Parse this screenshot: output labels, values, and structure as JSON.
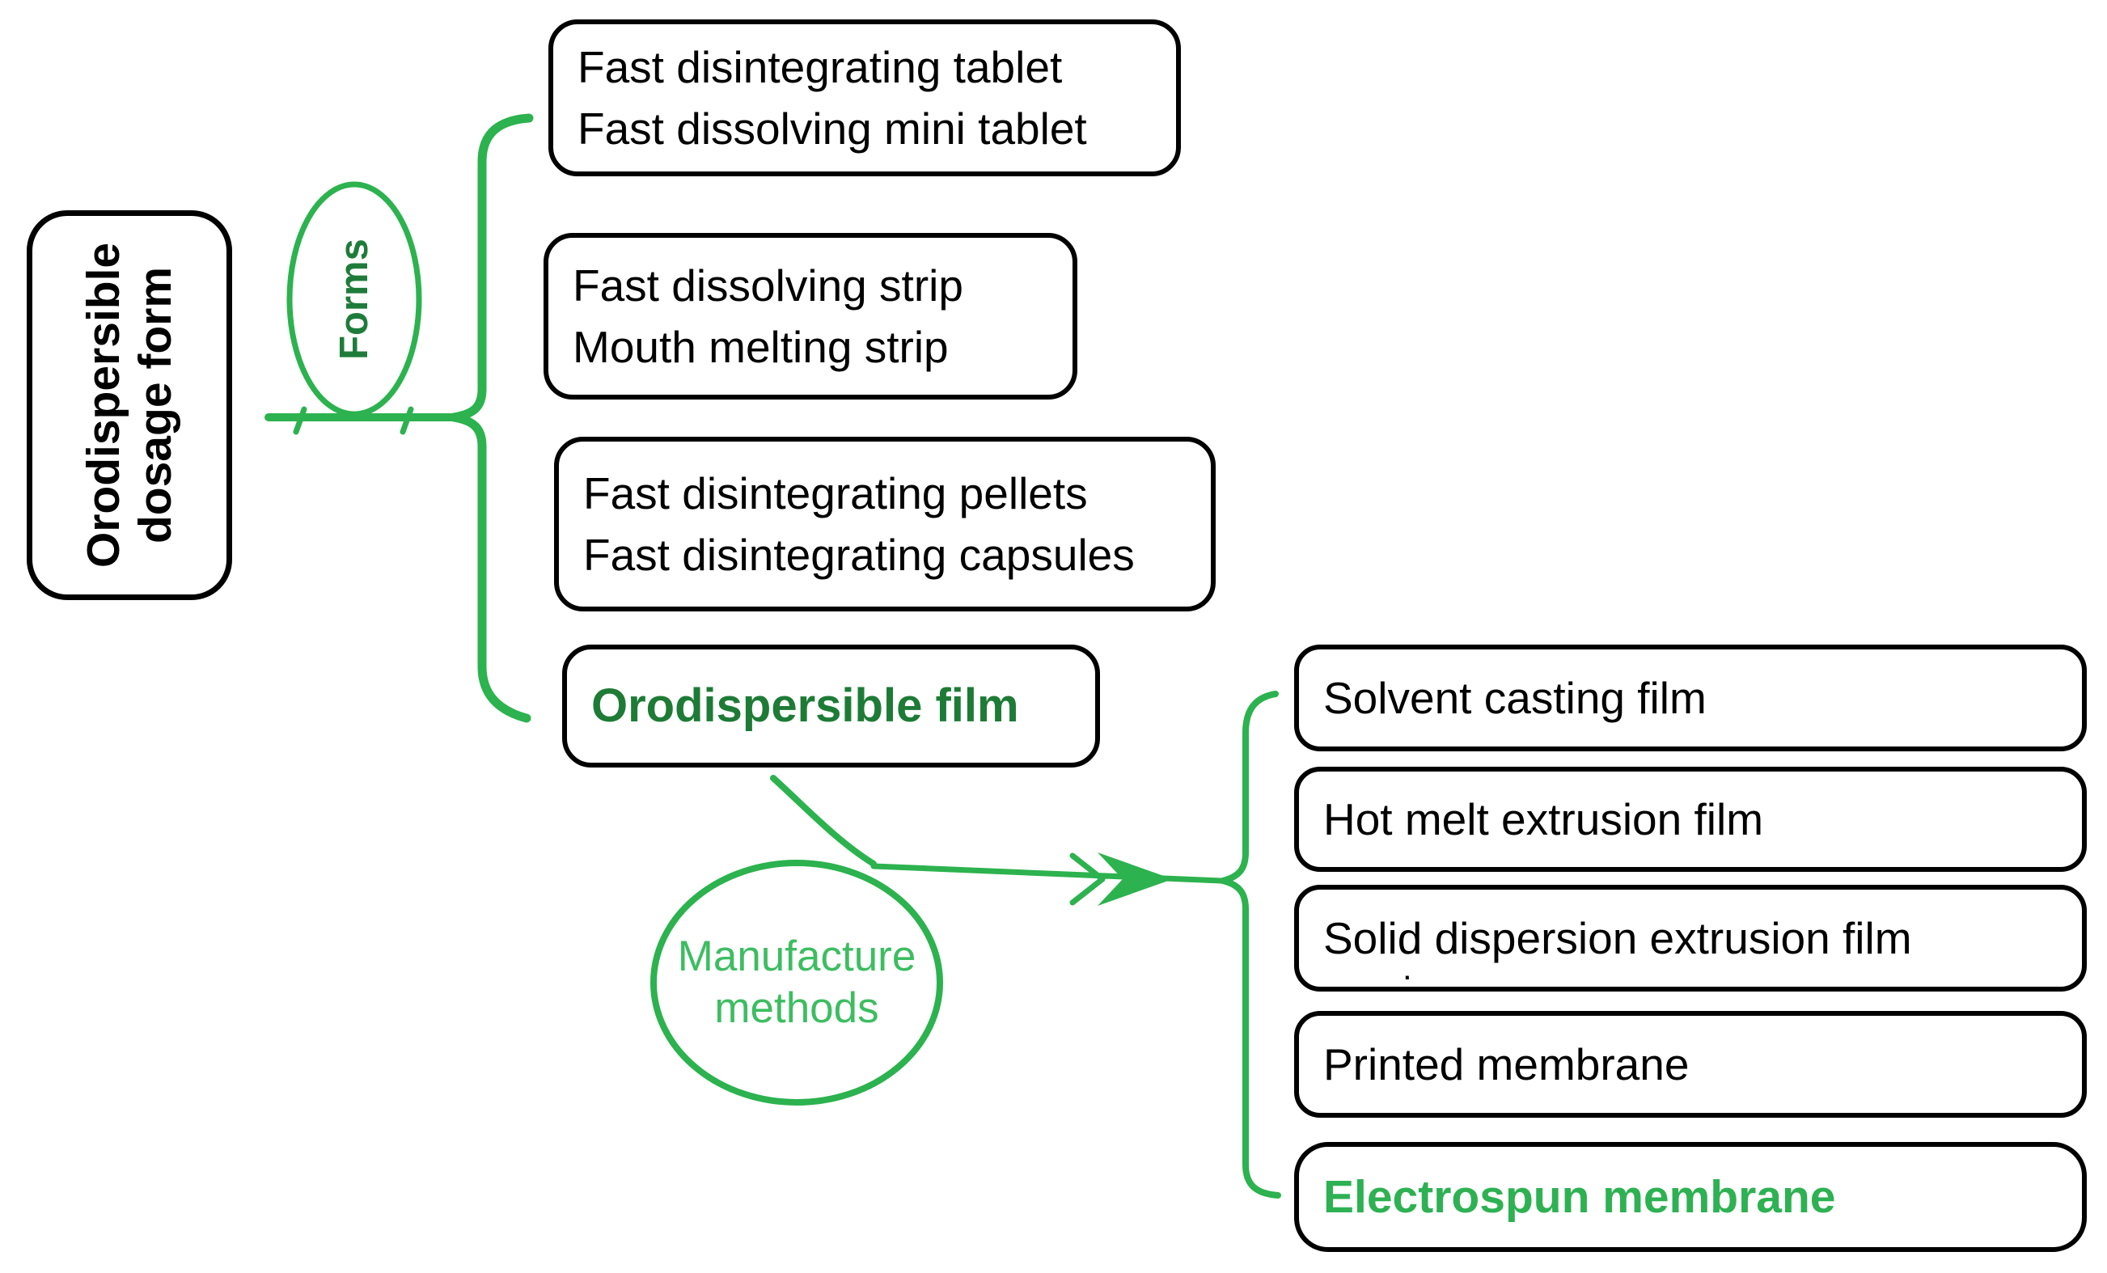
{
  "diagram": {
    "root": {
      "line1": "Orodispersible",
      "line2": "dosage form"
    },
    "forms": {
      "label": "Forms",
      "boxes": [
        {
          "line1": "Fast disintegrating tablet",
          "line2": "Fast dissolving mini tablet"
        },
        {
          "line1": "Fast dissolving strip",
          "line2": "Mouth melting strip"
        },
        {
          "line1": "Fast disintegrating pellets",
          "line2": "Fast disintegrating capsules"
        },
        {
          "line1": "Orodispersible film"
        }
      ]
    },
    "manufacture": {
      "label_line1": "Manufacture",
      "label_line2": "methods",
      "boxes": [
        {
          "label": "Solvent casting film"
        },
        {
          "label": "Hot melt extrusion film"
        },
        {
          "label": "Solid dispersion extrusion film",
          "note": "."
        },
        {
          "label": "Printed membrane"
        },
        {
          "label": "Electrospun membrane"
        }
      ]
    },
    "colors": {
      "connector_green": "#2CB24E",
      "forms_text_green": "#1E7C3A",
      "manufacture_text_green": "#3DBD61",
      "film_text_green": "#1E7B36",
      "electrospun_text_green": "#2EB152",
      "box_border_black": "#000000",
      "text_black": "#000000"
    }
  }
}
